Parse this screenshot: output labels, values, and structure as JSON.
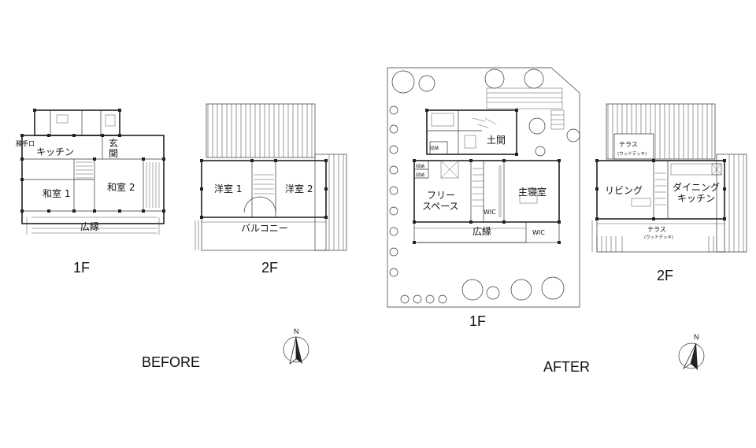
{
  "before": {
    "label": "BEFORE",
    "f1": {
      "floor_label": "1F",
      "rooms": {
        "kitchen": "キッチン",
        "entrance_1": "玄",
        "entrance_2": "関",
        "back_door": "勝手口",
        "washitsu1": "和室 1",
        "washitsu2": "和室 2",
        "engawa": "広縁"
      }
    },
    "f2": {
      "floor_label": "2F",
      "rooms": {
        "yoshitsu1": "洋室 1",
        "yoshitsu2": "洋室 2",
        "balcony": "バルコニー"
      }
    }
  },
  "after": {
    "label": "AFTER",
    "f1": {
      "floor_label": "1F",
      "rooms": {
        "doma": "土間",
        "free_1": "フリー",
        "free_2": "スペース",
        "wic1": "WIC",
        "master": "主寝室",
        "engawa": "広縁",
        "wic2": "WIC",
        "storage1": "収納",
        "storage2": "収納"
      }
    },
    "f2": {
      "floor_label": "2F",
      "rooms": {
        "terrace_top": "テラス",
        "terrace_top_sub": "(ウッドデッキ)",
        "living": "リビング",
        "dining_1": "ダイニング",
        "dining_2": "キッチン",
        "terrace_bottom": "テラス",
        "terrace_bottom_sub": "(ウッドデッキ)"
      }
    }
  },
  "compass": {
    "north_label": "N"
  }
}
